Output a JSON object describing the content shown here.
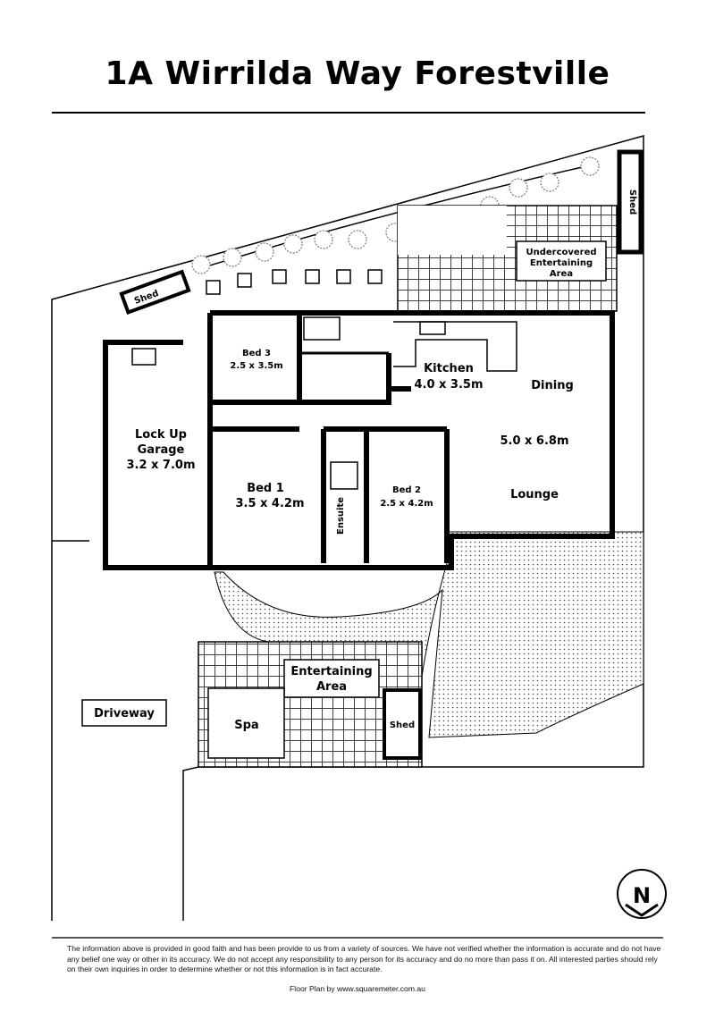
{
  "title": "1A Wirrilda Way Forestville",
  "rooms": {
    "garage": {
      "name_line1": "Lock Up",
      "name_line2": "Garage",
      "size": "3.2 x 7.0m"
    },
    "bed3": {
      "name": "Bed 3",
      "size": "2.5 x 3.5m"
    },
    "kitchen": {
      "name": "Kitchen",
      "size": "4.0 x 3.5m"
    },
    "dining": {
      "name": "Dining"
    },
    "living": {
      "size": "5.0 x 6.8m",
      "name": "Lounge"
    },
    "bed1": {
      "name": "Bed 1",
      "size": "3.5 x 4.2m"
    },
    "ensuite": {
      "name": "Ensuite"
    },
    "bed2": {
      "name": "Bed 2",
      "size": "2.5 x 4.2m"
    }
  },
  "outdoor": {
    "undercovered": {
      "line1": "Undercovered",
      "line2": "Entertaining",
      "line3": "Area"
    },
    "entertaining": {
      "line1": "Entertaining",
      "line2": "Area"
    },
    "spa": "Spa",
    "shed_bottom": "Shed",
    "shed_top_left": "Shed",
    "shed_top_right": "Shed",
    "driveway": "Driveway"
  },
  "compass": {
    "letter": "N"
  },
  "footer": {
    "disclaimer": "The information above is provided in good faith and has been provide to us from a variety of sources. We have not verified whether the information is accurate and do not have any belief one way or other in its accuracy. We do not accept any responsibility to any person for its accuracy and do no more than pass it on. All interested parties should rely on their own inquiries in order to determine whether or not this information is in fact accurate.",
    "credit": "Floor Plan by www.squaremeter.com.au"
  }
}
